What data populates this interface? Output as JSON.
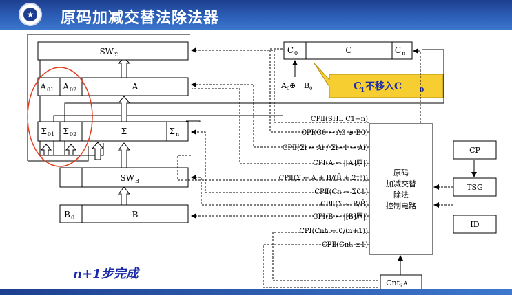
{
  "header": {
    "title": "原码加减交替法除法器",
    "logo_icon": "university-emblem-icon"
  },
  "registers": {
    "sw_sigma": {
      "label": "SW",
      "sub": "Σ"
    },
    "c_reg": {
      "c0": "C",
      "c0_sub": "0",
      "c": "C",
      "cn": "C",
      "cn_sub": "n"
    },
    "a_reg": {
      "a01": "A",
      "a01_sub": "01",
      "a02": "A",
      "a02_sub": "02",
      "a": "A"
    },
    "sigma_reg": {
      "s01": "Σ",
      "s01_sub": "01",
      "s02": "Σ",
      "s02_sub": "02",
      "s": "Σ",
      "sn": "Σ",
      "sn_sub": "n"
    },
    "sw_b": {
      "label": "SW",
      "sub": "B"
    },
    "b_reg": {
      "b0": "B",
      "b0_sub": "0",
      "b": "B"
    }
  },
  "xor_label": {
    "a": "A",
    "a_sub": "0",
    "op": " ⊕ ",
    "b": "B",
    "b_sub": "0"
  },
  "callout": {
    "text": "C",
    "sub": "1",
    "rest": "不移入C",
    "sub2": "0"
  },
  "control_signals": [
    "CPⅡ(SHL  C1→n)",
    "CPⅠ(C0 ← A0 ⊕ B0)",
    "CPⅡ(Σi ← Ai / Σi−1 ← Ai)",
    "CPⅠ(A ← |[A]原|)",
    "CPⅡ(Σ ← A + B/(B̄ + 2⁻ⁿ))",
    "CPⅡ(Cn ← Σ̄01)",
    "CPⅡ(Σ ← B/B̄)",
    "CPⅠ(B ← |[B]原|)",
    "CPⅠ(Cntᵢ ← 0/(n+1))",
    "CPⅡ(Cntᵢ ±1)"
  ],
  "control_unit": {
    "line1": "原码",
    "line2": "加减交替",
    "line3": "除法",
    "line4": "控制电路"
  },
  "cp_box": "CP",
  "tsg_box": "TSG",
  "id_box": "ID",
  "cnt_box": {
    "label": "Cnt",
    "sub": "i",
    "tail": "A"
  },
  "note": "n+1步完成",
  "colors": {
    "header": "#2c5fb8",
    "callout_fill": "#f7ce32",
    "callout_text": "#1a2aa8",
    "ellipse": "#e04020",
    "note": "#1a2aa8"
  }
}
